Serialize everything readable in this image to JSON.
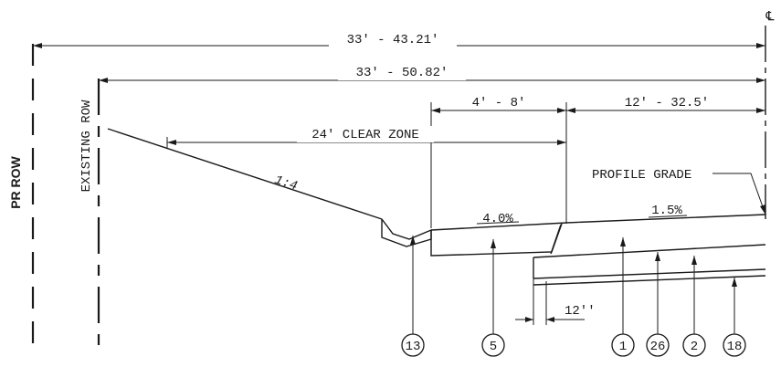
{
  "labels": {
    "centerline_symbol": "℄",
    "pr_row": "PR ROW",
    "existing_row": "EXISTING ROW",
    "dim_total_pr": "33' - 43.21'",
    "dim_total_existing": "33' - 50.82'",
    "clear_zone": "24' CLEAR ZONE",
    "shoulder_width": "4' - 8'",
    "lane_width": "12' - 32.5'",
    "profile_grade": "PROFILE GRADE",
    "slope_foreslope": "1:4",
    "slope_shoulder": "4.0%",
    "slope_lane": "1.5%",
    "dim_12in": "12''"
  },
  "callouts": [
    "13",
    "5",
    "1",
    "26",
    "2",
    "18"
  ]
}
